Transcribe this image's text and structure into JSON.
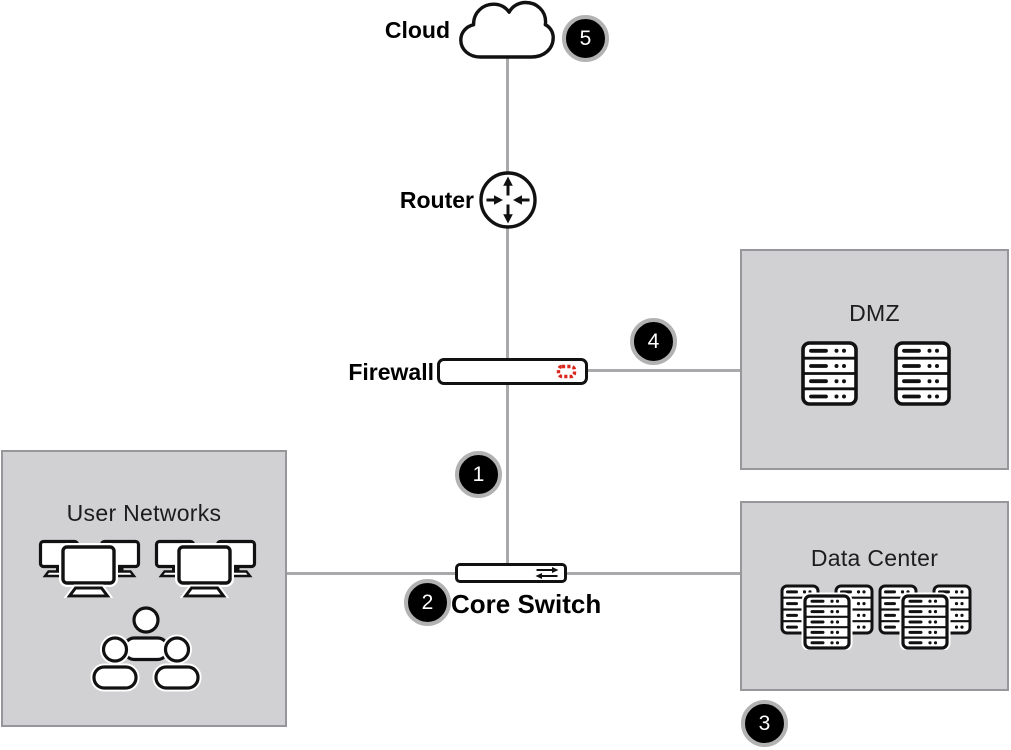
{
  "colors": {
    "background": "#ffffff",
    "connector_gray": "#a9a9ab",
    "zone_fill": "#d1d1d3",
    "zone_border": "#97979b",
    "node_outline": "#111111",
    "badge_fill": "#000000",
    "badge_ring": "#b2b2b2",
    "badge_text": "#ffffff",
    "firewall_logo_red": "#d9291f"
  },
  "nodes": {
    "cloud": {
      "label": "Cloud"
    },
    "router": {
      "label": "Router"
    },
    "firewall": {
      "label": "Firewall"
    },
    "core_switch": {
      "label": "Core Switch"
    }
  },
  "zones": {
    "user_networks": {
      "title": "User Networks"
    },
    "dmz": {
      "title": "DMZ"
    },
    "data_center": {
      "title": "Data Center"
    }
  },
  "badges": {
    "firewall_core_link": "1",
    "core_switch": "2",
    "data_center": "3",
    "firewall_dmz_link": "4",
    "cloud": "5"
  }
}
